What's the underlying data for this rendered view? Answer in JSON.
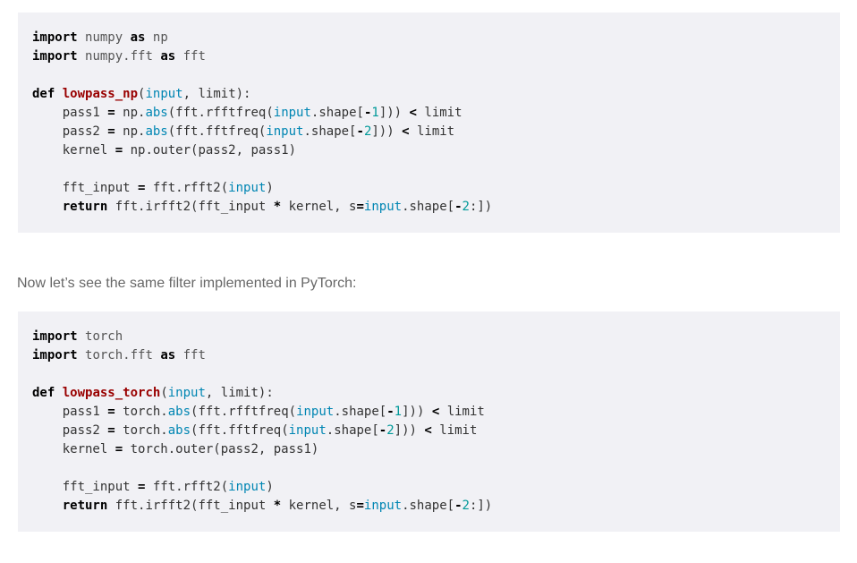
{
  "paragraph": {
    "text": "Now let’s see the same filter implemented in PyTorch:"
  },
  "colors": {
    "page_background": "#ffffff",
    "code_background": "#f1f1f5",
    "code_default": "#333333",
    "keyword": "#000000",
    "function_name": "#990000",
    "builtin": "#0086b3",
    "number": "#009999",
    "operator": "#000000",
    "namespace": "#555555",
    "prose_text": "#676767"
  },
  "code_blocks": [
    {
      "name": "lowpass-numpy-code",
      "lines": [
        [
          [
            "k",
            "import"
          ],
          [
            "p",
            " "
          ],
          [
            "nn",
            "numpy"
          ],
          [
            "p",
            " "
          ],
          [
            "k",
            "as"
          ],
          [
            "p",
            " "
          ],
          [
            "nn",
            "np"
          ]
        ],
        [
          [
            "k",
            "import"
          ],
          [
            "p",
            " "
          ],
          [
            "nn",
            "numpy.fft"
          ],
          [
            "p",
            " "
          ],
          [
            "k",
            "as"
          ],
          [
            "p",
            " "
          ],
          [
            "nn",
            "fft"
          ]
        ],
        [],
        [
          [
            "k",
            "def"
          ],
          [
            "p",
            " "
          ],
          [
            "nf",
            "lowpass_np"
          ],
          [
            "p",
            "("
          ],
          [
            "nb",
            "input"
          ],
          [
            "p",
            ", limit):"
          ]
        ],
        [
          [
            "p",
            "    pass1 "
          ],
          [
            "o",
            "="
          ],
          [
            "p",
            " np."
          ],
          [
            "nb",
            "abs"
          ],
          [
            "p",
            "(fft.rfftfreq("
          ],
          [
            "nb",
            "input"
          ],
          [
            "p",
            ".shape["
          ],
          [
            "o",
            "-"
          ],
          [
            "m",
            "1"
          ],
          [
            "p",
            "])) "
          ],
          [
            "o",
            "<"
          ],
          [
            "p",
            " limit"
          ]
        ],
        [
          [
            "p",
            "    pass2 "
          ],
          [
            "o",
            "="
          ],
          [
            "p",
            " np."
          ],
          [
            "nb",
            "abs"
          ],
          [
            "p",
            "(fft.fftfreq("
          ],
          [
            "nb",
            "input"
          ],
          [
            "p",
            ".shape["
          ],
          [
            "o",
            "-"
          ],
          [
            "m",
            "2"
          ],
          [
            "p",
            "])) "
          ],
          [
            "o",
            "<"
          ],
          [
            "p",
            " limit"
          ]
        ],
        [
          [
            "p",
            "    kernel "
          ],
          [
            "o",
            "="
          ],
          [
            "p",
            " np.outer(pass2, pass1)"
          ]
        ],
        [],
        [
          [
            "p",
            "    fft_input "
          ],
          [
            "o",
            "="
          ],
          [
            "p",
            " fft.rfft2("
          ],
          [
            "nb",
            "input"
          ],
          [
            "p",
            ")"
          ]
        ],
        [
          [
            "p",
            "    "
          ],
          [
            "k",
            "return"
          ],
          [
            "p",
            " fft.irfft2(fft_input "
          ],
          [
            "o",
            "*"
          ],
          [
            "p",
            " kernel, s"
          ],
          [
            "o",
            "="
          ],
          [
            "nb",
            "input"
          ],
          [
            "p",
            ".shape["
          ],
          [
            "o",
            "-"
          ],
          [
            "m",
            "2"
          ],
          [
            "p",
            ":])"
          ]
        ]
      ]
    },
    {
      "name": "lowpass-torch-code",
      "lines": [
        [
          [
            "k",
            "import"
          ],
          [
            "p",
            " "
          ],
          [
            "nn",
            "torch"
          ]
        ],
        [
          [
            "k",
            "import"
          ],
          [
            "p",
            " "
          ],
          [
            "nn",
            "torch.fft"
          ],
          [
            "p",
            " "
          ],
          [
            "k",
            "as"
          ],
          [
            "p",
            " "
          ],
          [
            "nn",
            "fft"
          ]
        ],
        [],
        [
          [
            "k",
            "def"
          ],
          [
            "p",
            " "
          ],
          [
            "nf",
            "lowpass_torch"
          ],
          [
            "p",
            "("
          ],
          [
            "nb",
            "input"
          ],
          [
            "p",
            ", limit):"
          ]
        ],
        [
          [
            "p",
            "    pass1 "
          ],
          [
            "o",
            "="
          ],
          [
            "p",
            " torch."
          ],
          [
            "nb",
            "abs"
          ],
          [
            "p",
            "(fft.rfftfreq("
          ],
          [
            "nb",
            "input"
          ],
          [
            "p",
            ".shape["
          ],
          [
            "o",
            "-"
          ],
          [
            "m",
            "1"
          ],
          [
            "p",
            "])) "
          ],
          [
            "o",
            "<"
          ],
          [
            "p",
            " limit"
          ]
        ],
        [
          [
            "p",
            "    pass2 "
          ],
          [
            "o",
            "="
          ],
          [
            "p",
            " torch."
          ],
          [
            "nb",
            "abs"
          ],
          [
            "p",
            "(fft.fftfreq("
          ],
          [
            "nb",
            "input"
          ],
          [
            "p",
            ".shape["
          ],
          [
            "o",
            "-"
          ],
          [
            "m",
            "2"
          ],
          [
            "p",
            "])) "
          ],
          [
            "o",
            "<"
          ],
          [
            "p",
            " limit"
          ]
        ],
        [
          [
            "p",
            "    kernel "
          ],
          [
            "o",
            "="
          ],
          [
            "p",
            " torch.outer(pass2, pass1)"
          ]
        ],
        [],
        [
          [
            "p",
            "    fft_input "
          ],
          [
            "o",
            "="
          ],
          [
            "p",
            " fft.rfft2("
          ],
          [
            "nb",
            "input"
          ],
          [
            "p",
            ")"
          ]
        ],
        [
          [
            "p",
            "    "
          ],
          [
            "k",
            "return"
          ],
          [
            "p",
            " fft.irfft2(fft_input "
          ],
          [
            "o",
            "*"
          ],
          [
            "p",
            " kernel, s"
          ],
          [
            "o",
            "="
          ],
          [
            "nb",
            "input"
          ],
          [
            "p",
            ".shape["
          ],
          [
            "o",
            "-"
          ],
          [
            "m",
            "2"
          ],
          [
            "p",
            ":])"
          ]
        ]
      ]
    }
  ]
}
